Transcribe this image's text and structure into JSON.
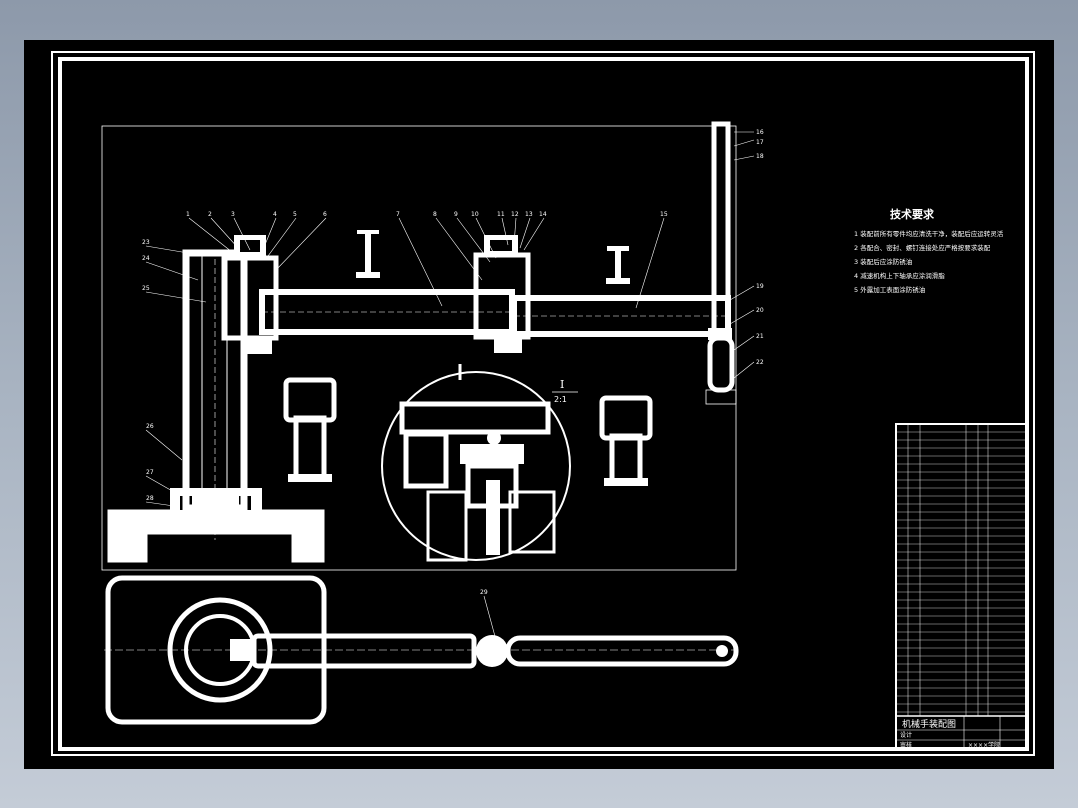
{
  "viewer": {
    "background_top": "#8d99aa",
    "background_bottom": "#c4ccd7",
    "canvas_color": "#000000",
    "line_color": "#ffffff"
  },
  "drawing": {
    "section_label": "I",
    "section_scale": "2:1",
    "tech_requirements_title": "技术要求",
    "notes": [
      "1 装配前所有零件均应清洗干净，装配后应运转灵活",
      "2 各配合、密封、螺钉连接处应严格按要求装配",
      "3 装配后应涂防锈油",
      "4 减速机构上下轴承应涂润滑脂",
      "5 外露加工表面涂防锈油"
    ],
    "title_block": {
      "name": "机械手装配图",
      "designer": "设计",
      "checker": "审核",
      "school": "××××学院"
    }
  }
}
